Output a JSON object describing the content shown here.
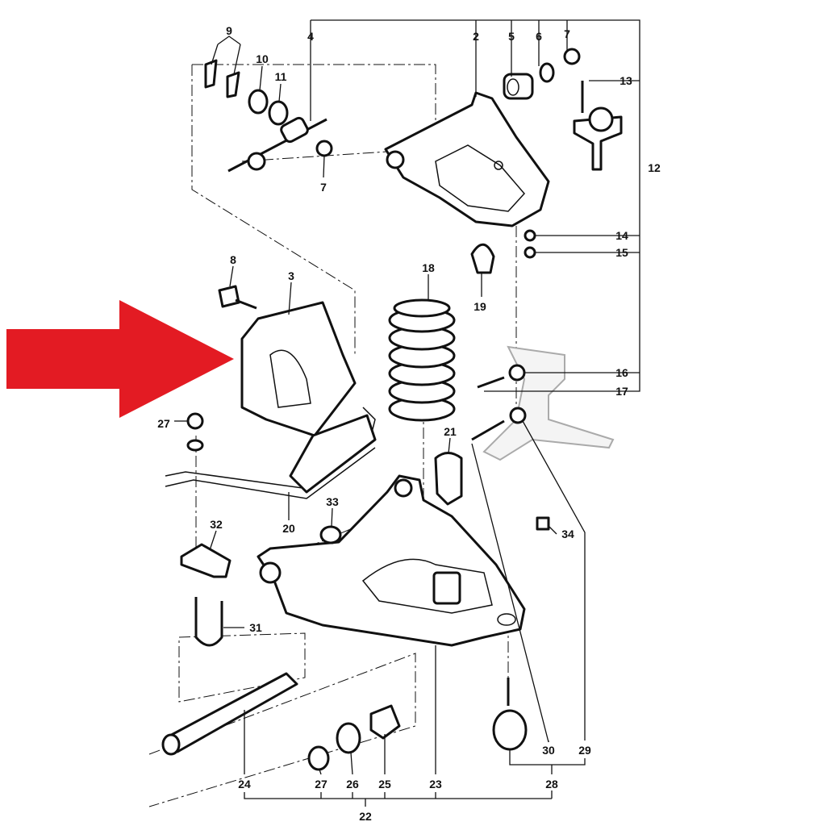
{
  "title": "Front suspension exploded diagram",
  "arrow_color": "#e31b23",
  "labels": [
    "9",
    "10",
    "11",
    "4",
    "2",
    "5",
    "6",
    "7",
    "13",
    "12",
    "7",
    "8",
    "3",
    "18",
    "19",
    "14",
    "15",
    "16",
    "17",
    "27",
    "21",
    "33",
    "32",
    "20",
    "34",
    "31",
    "30",
    "29",
    "24",
    "27",
    "26",
    "25",
    "23",
    "28",
    "22"
  ]
}
